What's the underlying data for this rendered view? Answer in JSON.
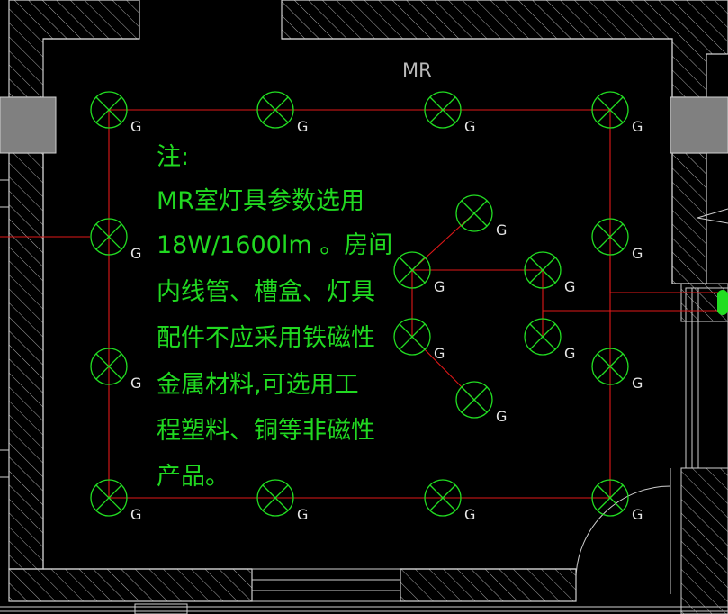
{
  "room_label": "MR",
  "fixture_label": "G",
  "note": {
    "lines": [
      "注:",
      "MR室灯具参数选用",
      "18W/1600lm  。房间",
      "内线管、槽盒、灯具",
      "配件不应采用铁磁性",
      "金属材料,可选用工",
      "程塑料、铜等非磁性",
      "产品。"
    ]
  },
  "colors": {
    "background": "#000000",
    "wall_outline": "#cfcfcf",
    "wall_hatch": "#a9a9a9",
    "fixture": "#22dd22",
    "wiring": "#e01818",
    "note_text": "#21d821",
    "column_fill": "#808080"
  },
  "fixture_symbol": "crossed-circle-light-icon"
}
